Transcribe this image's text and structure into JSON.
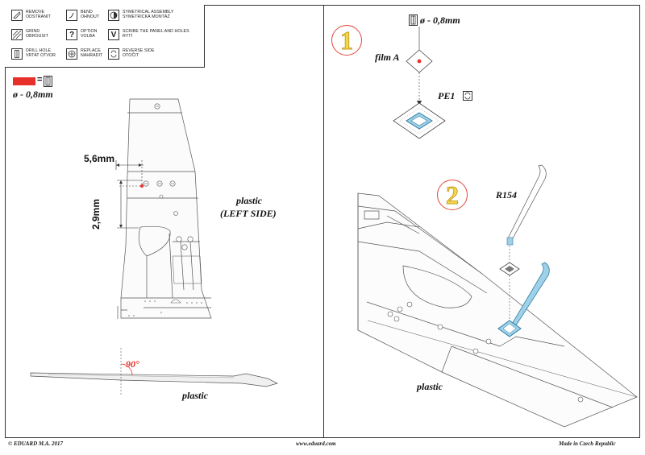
{
  "legend": {
    "items": [
      {
        "icon": "remove-icon",
        "line1": "REMOVE",
        "line2": "ODSTRANIT"
      },
      {
        "icon": "bend-icon",
        "line1": "BEND",
        "line2": "OHNOUT"
      },
      {
        "icon": "symmetrical-assembly-icon",
        "line1": "SYMETRICAL ASSEMBLY",
        "line2": "SYMETRICKÁ MONTÁŽ"
      },
      {
        "icon": "grind-icon",
        "line1": "GRIND",
        "line2": "OBROUSIT"
      },
      {
        "icon": "option-icon",
        "line1": "OPTION",
        "line2": "VOLBA"
      },
      {
        "icon": "scribe-icon",
        "line1": "SCRIBE THE PANEL AND HOLES",
        "line2": "RYTÍ"
      },
      {
        "icon": "drill-hole-icon",
        "line1": "DRILL HOLE",
        "line2": "VRTAT OTVOR"
      },
      {
        "icon": "replace-icon",
        "line1": "REPLACE",
        "line2": "NAHRADIT"
      },
      {
        "icon": "reverse-side-icon",
        "line1": "REVERSE SIDE",
        "line2": "OTOČIT"
      }
    ]
  },
  "drill_key": {
    "equals": "=",
    "diameter": "ø - 0,8mm"
  },
  "left_panel": {
    "dim_width": "5,6mm",
    "dim_height": "2,9mm",
    "plastic_note_1": "plastic",
    "plastic_note_2": "(LEFT SIDE)",
    "angle": "90°",
    "plastic_note_3": "plastic"
  },
  "right_panel": {
    "step1": "1",
    "step1_drill": "ø - 0,8mm",
    "film_label": "film A",
    "pe_label": "PE1",
    "step2": "2",
    "r_label": "R154",
    "plastic_note": "plastic"
  },
  "footer": {
    "copyright": "© EDUARD  M.A. 2017",
    "website": "www.eduard.com",
    "made_in": "Made in Czech Republic"
  },
  "colors": {
    "red": "#e8302a",
    "blue": "#4aa0c8",
    "yellow": "#f3d64a"
  }
}
